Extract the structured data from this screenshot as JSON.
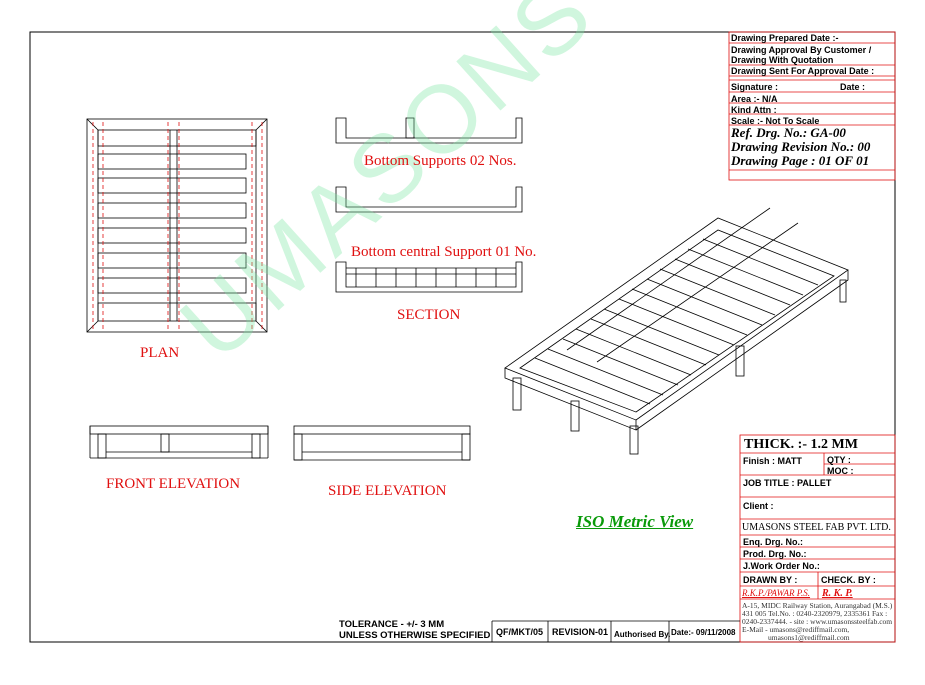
{
  "watermark": "UMASONS",
  "views": {
    "plan": "PLAN",
    "bottom_supports": "Bottom Supports  02 Nos.",
    "bottom_central": "Bottom central Support  01 No.",
    "section": "SECTION",
    "front_elevation": "FRONT  ELEVATION",
    "side_elevation": "SIDE  ELEVATION",
    "iso_view": "ISO Metric View"
  },
  "title_block_top": {
    "prepared": "Drawing Prepared Date :-",
    "approval_1": "Drawing Approval By Customer /",
    "approval_2": "Drawing With Quotation",
    "sent": "Drawing Sent For Approval  Date :",
    "signature": "Signature :",
    "date": "Date :",
    "area": "Area :- N/A",
    "kind_attn": "Kind Attn :",
    "scale": "Scale :-  Not To Scale",
    "ref_drg": "Ref. Drg. No.: GA-00",
    "revision": "Drawing Revision No.: 00",
    "page": "Drawing Page : 01   OF   01"
  },
  "title_block_bottom": {
    "thick": "THICK. :-  1.2  MM",
    "finish": "Finish : MATT",
    "qty": "QTY  :",
    "moc": "MOC :",
    "job_title": "JOB TITLE : PALLET",
    "client": "Client :",
    "company": "UMASONS  STEEL FAB  PVT. LTD.",
    "enq": "Enq. Drg. No.:",
    "prod": "Prod. Drg. No.:",
    "work_order": "J.Work Order No.:",
    "drawn_by": "DRAWN BY :",
    "check_by": "CHECK. BY :",
    "drawn_name": "R.K.P./PAWAR P.S.",
    "check_name": "R. K. P.",
    "address": [
      "A-15, MIDC Railway Station, Aurangabad (M.S.)",
      "431 005  Tel.No. : 0240-2320979, 2335361  Fax :",
      "0240-2337444. - site : www.umasonssteelfab.com",
      "E-Mail  - umasons@rediffmail.com,",
      "umasons1@rediffmail.com"
    ]
  },
  "footer": {
    "tolerance_1": "TOLERANCE - +/- 3 MM",
    "tolerance_2": "UNLESS OTHERWISE SPECIFIED",
    "qf": "QF/MKT/05",
    "revision": "REVISION-01",
    "authorised": "Authorised By.",
    "date": "Date:- 09/11/2008"
  }
}
